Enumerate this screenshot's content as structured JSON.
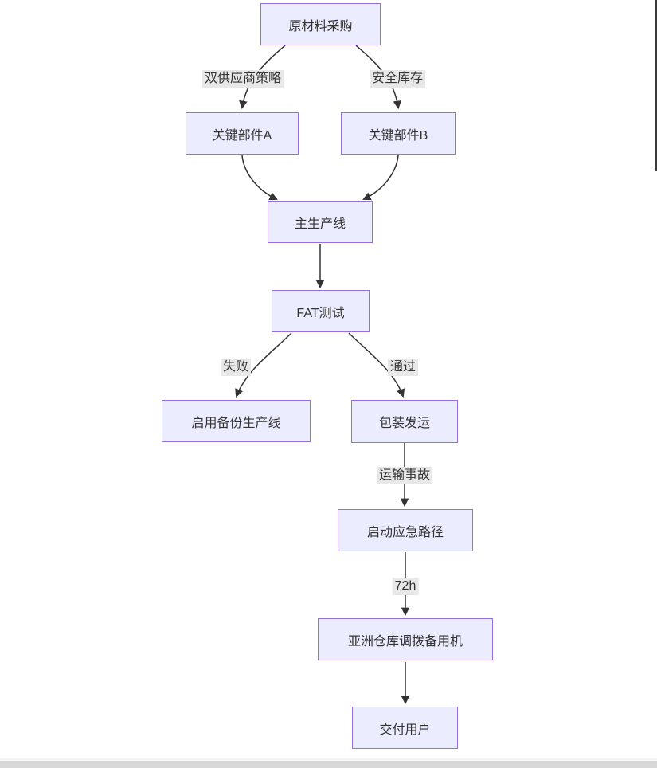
{
  "diagram": {
    "type": "flowchart",
    "direction": "top-down",
    "nodes": [
      {
        "id": "raw_material",
        "label": "原材料采购"
      },
      {
        "id": "key_part_a",
        "label": "关键部件A"
      },
      {
        "id": "key_part_b",
        "label": "关键部件B"
      },
      {
        "id": "main_line",
        "label": "主生产线"
      },
      {
        "id": "fat_test",
        "label": "FAT测试"
      },
      {
        "id": "backup_line",
        "label": "启用备份生产线"
      },
      {
        "id": "pack_ship",
        "label": "包装发运"
      },
      {
        "id": "emergency_path",
        "label": "启动应急路径"
      },
      {
        "id": "asia_warehouse",
        "label": "亚洲仓库调拨备用机"
      },
      {
        "id": "deliver_user",
        "label": "交付用户"
      }
    ],
    "edges": [
      {
        "from": "raw_material",
        "to": "key_part_a",
        "label": "双供应商策略"
      },
      {
        "from": "raw_material",
        "to": "key_part_b",
        "label": "安全库存"
      },
      {
        "from": "key_part_a",
        "to": "main_line",
        "label": ""
      },
      {
        "from": "key_part_b",
        "to": "main_line",
        "label": ""
      },
      {
        "from": "main_line",
        "to": "fat_test",
        "label": ""
      },
      {
        "from": "fat_test",
        "to": "backup_line",
        "label": "失败"
      },
      {
        "from": "fat_test",
        "to": "pack_ship",
        "label": "通过"
      },
      {
        "from": "pack_ship",
        "to": "emergency_path",
        "label": "运输事故"
      },
      {
        "from": "emergency_path",
        "to": "asia_warehouse",
        "label": "72h"
      },
      {
        "from": "asia_warehouse",
        "to": "deliver_user",
        "label": ""
      }
    ]
  },
  "colors": {
    "node_fill": "#ECECFF",
    "node_border": "#9370DB",
    "node_text": "#333333",
    "edge_stroke": "#333333",
    "edge_label_bg": "#e8e8e8",
    "scrollbar_track": "#d8d8d8"
  }
}
